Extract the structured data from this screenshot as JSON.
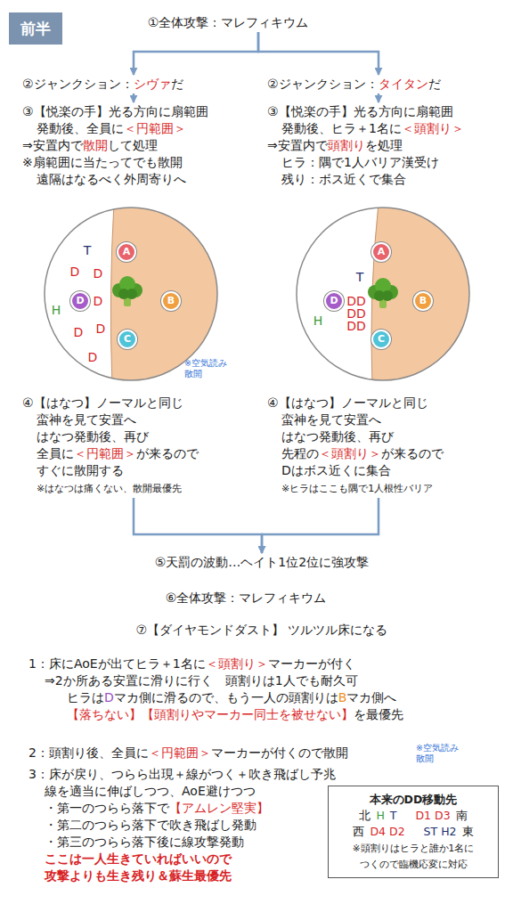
{
  "diagram": {
    "nodes": [
      {
        "text": [
          "前半"
        ]
      },
      {
        "text": [
          "①全体攻撃：マレフィキウム"
        ]
      },
      {
        "text": [
          "②ジャンクション：",
          "シヴァ",
          "だ"
        ]
      },
      {
        "text": [
          "③【悦楽の手】光る方向に扇範囲",
          "発動後、全員に",
          "＜円範囲＞",
          "⇒安置内で",
          "散開",
          "して処理",
          "※扇範囲に当たってでも散開",
          "遠隔はなるべく外周寄りへ"
        ]
      },
      {
        "text": [
          "A"
        ]
      },
      {
        "text": [
          "D"
        ]
      },
      {
        "text": [
          "B"
        ]
      },
      {
        "text": [
          "C"
        ]
      },
      {
        "text": [
          "④【はなつ】ノーマルと同じ",
          "蛮神を見て安置へ",
          "はなつ発動後、再び",
          "全員に",
          "＜円範囲＞",
          "が来るので",
          "すぐに散開する",
          "※はなつは痛くない、散開最優先"
        ]
      },
      {
        "text": [
          "②ジャンクション：",
          "タイタン",
          "だ"
        ]
      },
      {
        "text": [
          "③【悦楽の手】光る方向に扇範囲",
          "発動後、ヒラ＋1名に",
          "＜頭割り＞",
          "⇒安置内で",
          "頭割り",
          "を処理",
          "ヒラ：隅で1人バリア漢受け",
          "残り：ボス近くで集合"
        ]
      },
      {
        "text": [
          "A"
        ]
      },
      {
        "text": [
          "D"
        ]
      },
      {
        "text": [
          "B"
        ]
      },
      {
        "text": [
          "C"
        ]
      },
      {
        "text": [
          "④【はなつ】ノーマルと同じ",
          "蛮神を見て安置へ",
          "はなつ発動後、再び",
          "先程の",
          "＜頭割り＞",
          "が来るので",
          "Dはボス近くに集合",
          "※ヒラはここも隅で1人根性バリア"
        ]
      },
      {
        "text": [
          "⑤天罰の波動…ヘイト1位2位に強攻撃"
        ]
      },
      {
        "text": [
          "⑥全体攻撃：マレフィキウム"
        ]
      },
      {
        "text": [
          "⑦【ダイヤモンドダスト】 ツルツル床になる"
        ]
      },
      {
        "text": [
          "1：床にAoEが出てヒラ＋1名に",
          "＜頭割り＞",
          "マーカーが付く",
          "⇒2か所ある安置に滑りに行く　頭割りは1人でも耐久可",
          "ヒラは",
          "D",
          "マカ側に滑るので、もう一人の頭割りは",
          "B",
          "マカ側へ",
          "【落ちない】【頭割りやマーカー同士を被せない】",
          "を最優先"
        ]
      },
      {
        "text": [
          "2：頭割り後、全員に",
          "＜円範囲＞",
          "マーカーが付くので散開"
        ]
      },
      {
        "text": [
          "3：床が戻り、つらら出現＋線がつく＋吹き飛ばし予兆",
          "線を適当に伸ばしつつ、AoE避けつつ",
          "・第一のつらら落下で",
          "【アムレン堅実】",
          "・第二のつらら落下で吹き飛ばし発動",
          "・第三のつらら落下後に線攻撃発動",
          "ここは一人生きていればいいので",
          "攻撃よりも生き残り＆蘇生最優先"
        ]
      },
      {
        "text": [
          "本来のDD移動先",
          "北",
          "H",
          "T",
          "D1 D3",
          "南",
          "西",
          "D4 D2",
          "ST H2",
          "東",
          "※頭割りはヒラと誰か1名に",
          "つくので臨機応変に対応"
        ]
      }
    ],
    "edges": [
      {
        "from": 1,
        "to": 2,
        "arrow": "to"
      },
      {
        "from": 1,
        "to": 9,
        "arrow": "to"
      },
      {
        "from": 2,
        "to": 3,
        "arrow": "to"
      },
      {
        "from": 9,
        "to": 10,
        "arrow": "to"
      },
      {
        "from": 8,
        "to": 16,
        "arrow": "to"
      },
      {
        "from": 15,
        "to": 16,
        "arrow": "to"
      }
    ],
    "labels": [
      "T",
      "D",
      "D",
      "D",
      "H",
      "D",
      "D",
      "D",
      "※空気読み 散開",
      "T",
      "DD",
      "DD",
      "DD",
      "H",
      "※空気読み 散開"
    ]
  }
}
